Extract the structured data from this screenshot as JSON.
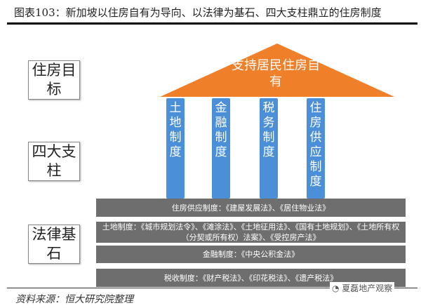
{
  "title": "图表103：新加坡以住房自有为导向、以法律为基石、四大支柱鼎立的住房制度",
  "labels": {
    "goal": "住房目标",
    "pillars": "四大支柱",
    "laws": "法律基石"
  },
  "roof": "支持居民住房自有",
  "pillars": [
    "土地制度",
    "金融制度",
    "税务制度",
    "住房供应制度"
  ],
  "laws": [
    "住房供应制度：《建屋发展法》、《居住物业法》",
    "土地制度：《城市规划法令》、《滩涂法》、《土地征用法》、《国有土地规划》、《土地所有权（分契或所有权）法案》、《受控房产法》",
    "金融制度：《中央公积金法》",
    "税收制度：《财产税法》、《印花税法》、《遗产税法》"
  ],
  "source": "资料来源：恒大研究院整理",
  "watermark": "夏磊地产观察",
  "colors": {
    "roof": "#f07f2a",
    "pillar": "#4a8fd8",
    "bar": "#6e6e6e"
  }
}
